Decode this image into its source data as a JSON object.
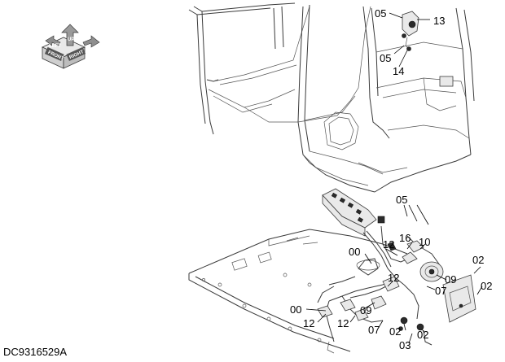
{
  "drawing_id": "DC9316529A",
  "orientation_icon": {
    "icon": "orientation-cube-icon",
    "labels": [
      "UP",
      "FRONT",
      "LEFT",
      "RIGHT"
    ]
  },
  "callouts": {
    "c05_top": "05",
    "c13": "13",
    "c05_mid": "05",
    "c14": "14",
    "c05_harness": "05",
    "c16": "16",
    "c10": "10",
    "c00_a": "00",
    "c12_a": "12",
    "c09_a": "09",
    "c02_a": "02",
    "c12_b": "12",
    "c02_b": "02",
    "c07_a": "07",
    "c00_b": "00",
    "c09_b": "09",
    "c12_c": "12",
    "c12_d": "12",
    "c07_b": "07",
    "c02_c": "02",
    "c03": "03",
    "c02_d": "02"
  }
}
